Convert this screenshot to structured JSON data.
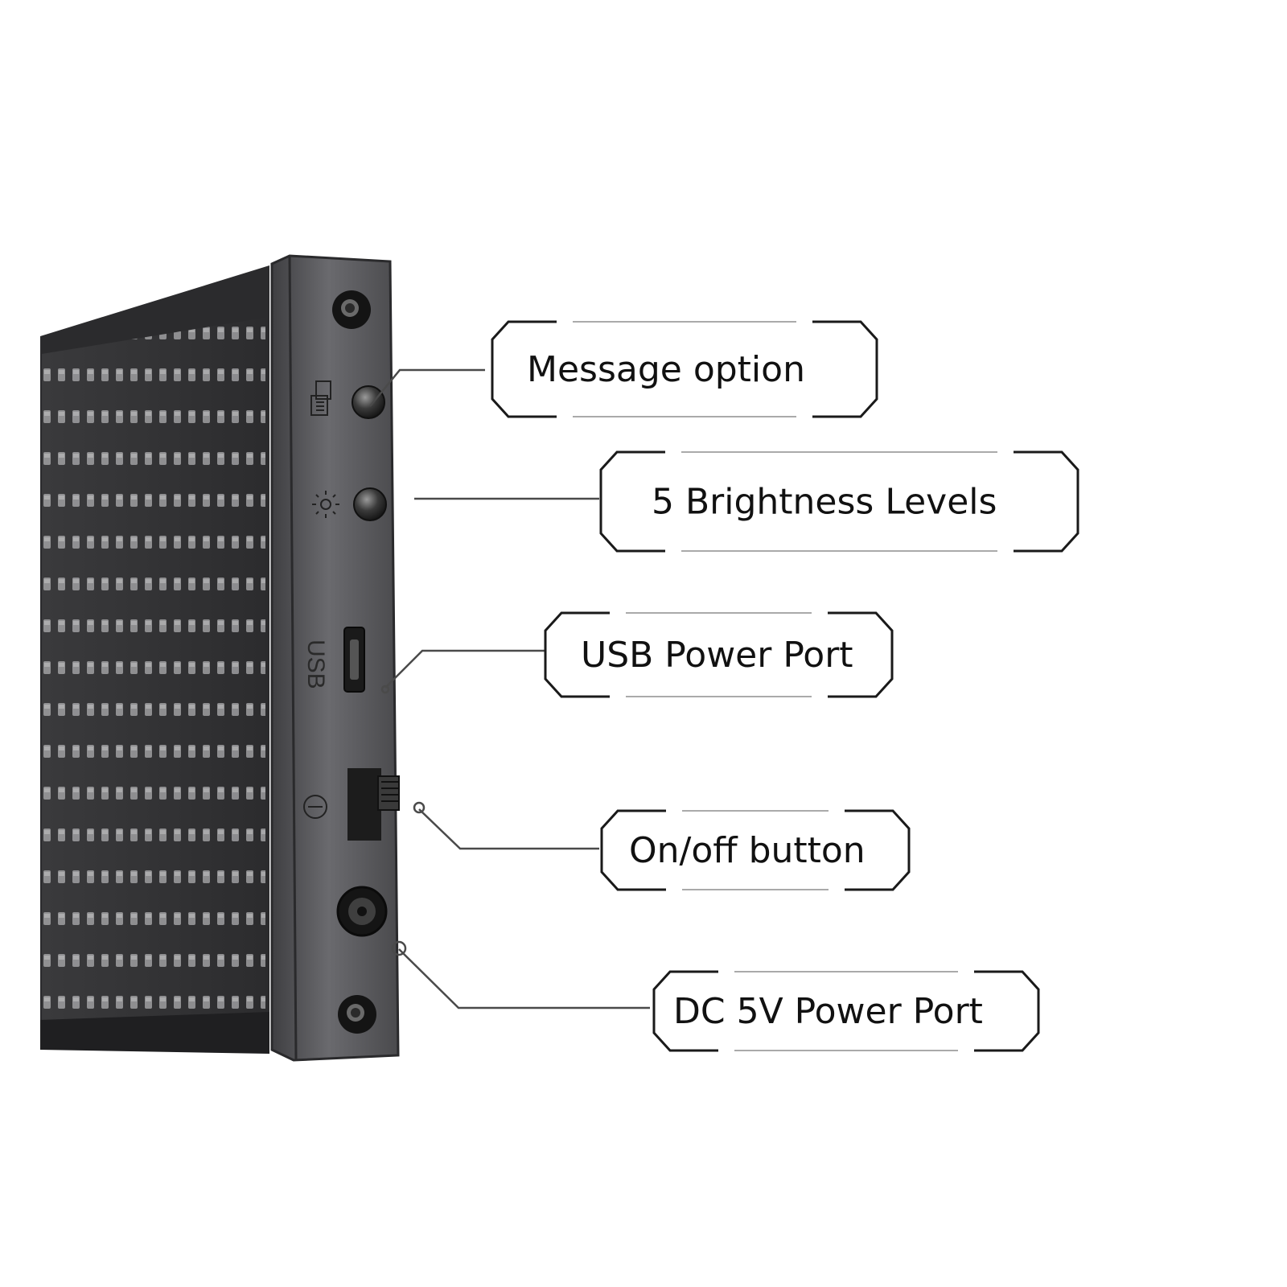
{
  "product": {
    "panel_color": "#5a5a5e",
    "frame_color": "#2b2b2d",
    "led_color": "#b9b9bb"
  },
  "ports": {
    "usb_label": "USB"
  },
  "callouts": [
    {
      "id": "message-option",
      "label": "Message option"
    },
    {
      "id": "brightness",
      "label": "5 Brightness Levels"
    },
    {
      "id": "usb-power-port",
      "label": "USB Power Port"
    },
    {
      "id": "on-off-button",
      "label": "On/off button"
    },
    {
      "id": "dc-power-port",
      "label": "DC 5V Power Port"
    }
  ]
}
